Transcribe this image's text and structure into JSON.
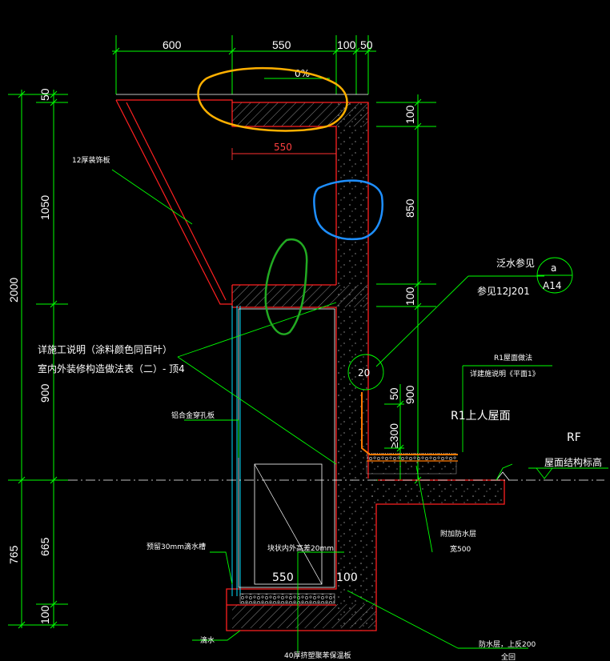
{
  "colors": {
    "background": "#000000",
    "dimension_line": "#00ff00",
    "wall_outline": "#ff2020",
    "hatch": "#a0a0a0",
    "text": "#ffffff",
    "annotation_yellow": "#ffb000",
    "annotation_blue": "#1e8fff",
    "annotation_green": "#22aa22",
    "cyan_detail": "#00e0ff"
  },
  "dimensions_top": [
    "600",
    "550",
    "100",
    "50"
  ],
  "dimensions_left_outer": [
    "2000",
    "765"
  ],
  "dimensions_left_inner": [
    "50",
    "1050",
    "900",
    "665",
    "100"
  ],
  "dimensions_right": [
    "100",
    "850",
    "100",
    "900"
  ],
  "labels": {
    "slope": "0%",
    "slab_width": "550",
    "decor_board": "12厚装饰板",
    "detail_ref_1": "泛水参见",
    "detail_ref_2": "参见12J201",
    "detail_circle_top": "a",
    "detail_circle_bottom": "A14",
    "callout_value": "20",
    "construction_note_1": "详施工说明（涂料颜色同百叶）",
    "construction_note_2": "室内外装修构造做法表（二）- 顶4",
    "roof_method": "R1屋面做法",
    "roof_method_ref": "详建施说明《平面1》",
    "roof_name": "R1上人屋面",
    "rf_tag": "RF",
    "roof_elevation": "屋面结构标高",
    "dim_50": "50",
    "dim_300": "≥300",
    "perforated_panel": "铝合金穿孔板",
    "drip": "预留30mm滴水槽",
    "stone_note": "块状内外高差20mm",
    "bottom_550": "550",
    "bottom_100": "100",
    "extra_waterproof": "附加防水层",
    "extra_waterproof_width": "宽500",
    "drip_label": "滴水",
    "waterproof_turn": "防水层，上反200",
    "waterproof_turn_2": "全回",
    "insulation_board": "40厚挤塑聚苯保温板"
  }
}
